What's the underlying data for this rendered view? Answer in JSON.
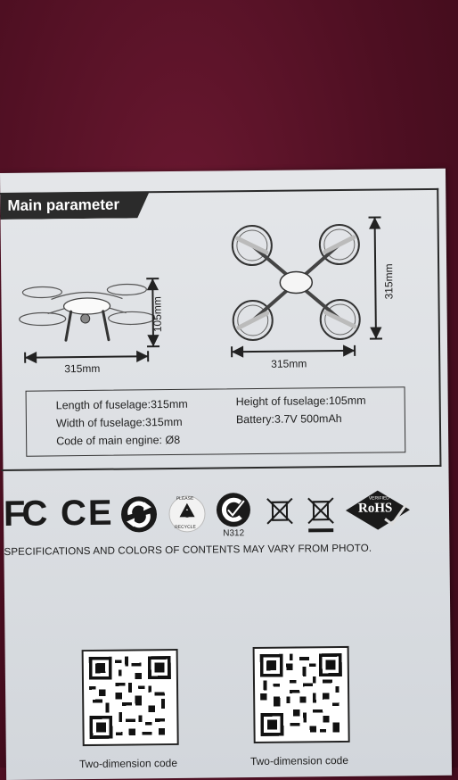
{
  "section": {
    "title": "Main parameter"
  },
  "dimensions": {
    "side_width": "315mm",
    "side_height": "105mm",
    "top_width": "315mm",
    "top_height": "315mm"
  },
  "specs": {
    "length": "Length of fuselage:315mm",
    "width": "Width of fuselage:315mm",
    "engine": "Code of main engine: Ø8",
    "height": "Height of fuselage:105mm",
    "battery": "Battery:3.7V 500mAh"
  },
  "logos": {
    "fc": "FC",
    "ce": "CE",
    "recycle_top": "PLEASE",
    "recycle_bottom": "RECYCLE",
    "ctick_code": "N312",
    "rohs_top": "VERIFIED",
    "rohs": "RoHS"
  },
  "disclaimer": "SPECIFICATIONS AND COLORS OF CONTENTS MAY VARY FROM PHOTO.",
  "qr_codes": [
    {
      "label": "Two-dimension code"
    },
    {
      "label": "Two-dimension code"
    }
  ]
}
